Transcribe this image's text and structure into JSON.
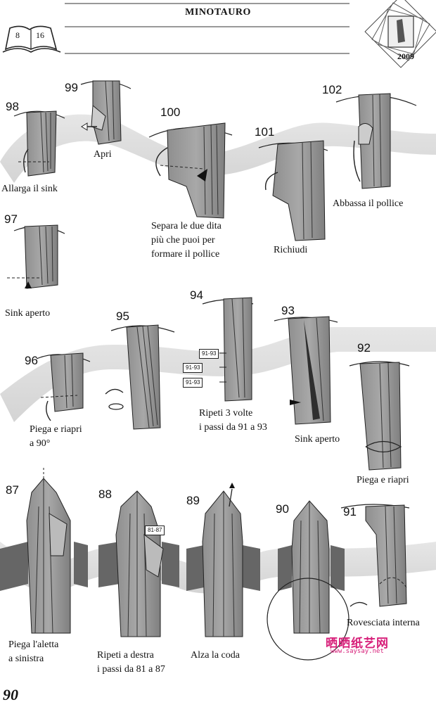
{
  "header": {
    "title": "MINOTAURO",
    "book_pages": [
      "8",
      "16"
    ],
    "year": "2009"
  },
  "footer": {
    "page_number": "90"
  },
  "steps": [
    {
      "n": "98",
      "caption": "Allarga il sink"
    },
    {
      "n": "99",
      "caption": "Apri"
    },
    {
      "n": "100",
      "caption": "Separa le due dita\npiù che puoi per\nformare il pollice"
    },
    {
      "n": "101",
      "caption": "Richiudi"
    },
    {
      "n": "102",
      "caption": "Abbassa il pollice"
    },
    {
      "n": "97",
      "caption": "Sink aperto"
    },
    {
      "n": "96",
      "caption": "Piega e riapri\na 90°"
    },
    {
      "n": "95",
      "caption": ""
    },
    {
      "n": "94",
      "caption": "Ripeti 3 volte\ni passi da 91 a 93"
    },
    {
      "n": "93",
      "caption": "Sink aperto"
    },
    {
      "n": "92",
      "caption": "Piega e riapri"
    },
    {
      "n": "87",
      "caption": "Piega l'aletta\na sinistra"
    },
    {
      "n": "88",
      "caption": "Ripeti a destra\ni passi da 81 a 87"
    },
    {
      "n": "89",
      "caption": "Alza la coda"
    },
    {
      "n": "90",
      "caption": ""
    },
    {
      "n": "91",
      "caption": "Rovesciata interna"
    }
  ],
  "refs": {
    "r94a": "91-93",
    "r94b": "91-93",
    "r94c": "91-93",
    "r88": "81-87"
  },
  "watermark": {
    "logo": "晒晒纸艺网",
    "url": "www.saysay.net"
  }
}
